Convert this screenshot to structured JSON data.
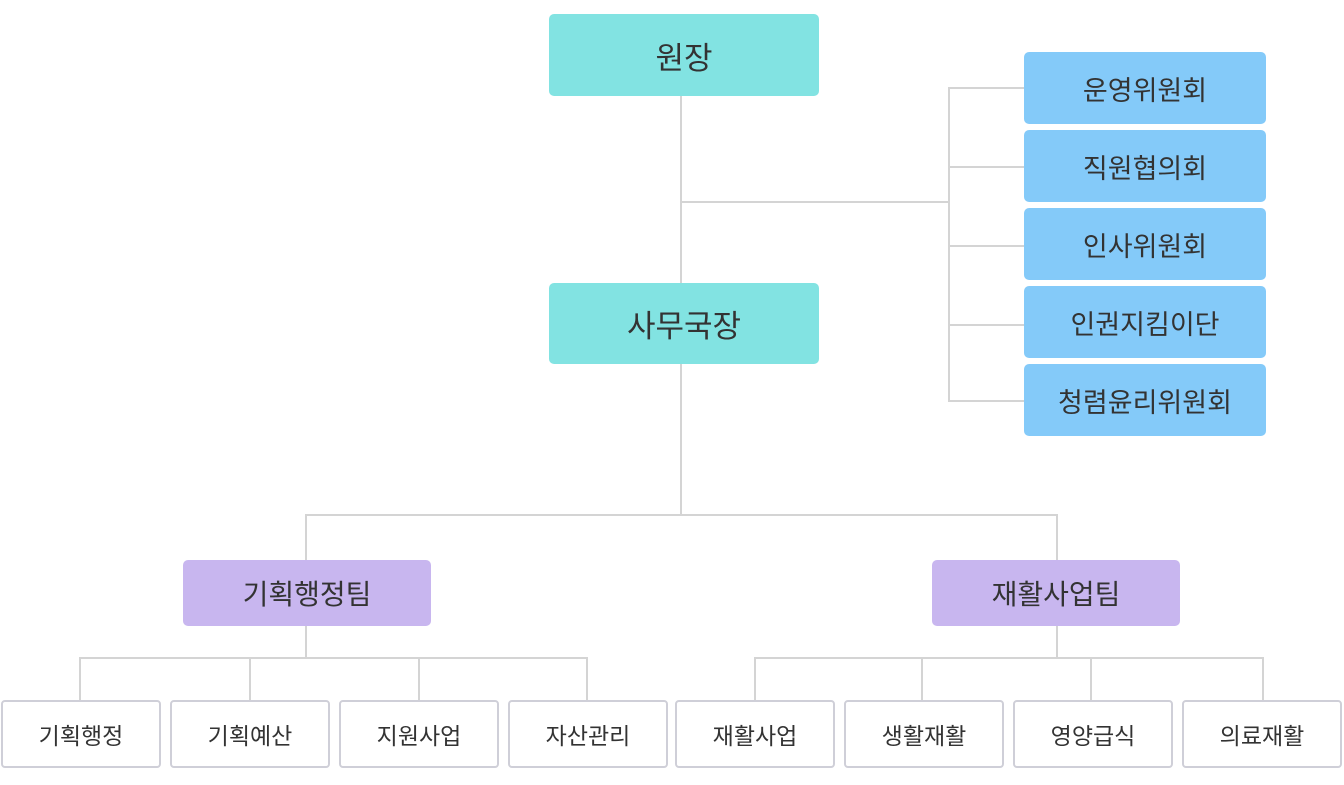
{
  "chart": {
    "director": "원장",
    "secretary_general": "사무국장",
    "committees": [
      "운영위원회",
      "직원협의회",
      "인사위원회",
      "인권지킴이단",
      "청렴윤리위원회"
    ],
    "teams": [
      {
        "name": "기획행정팀",
        "units": [
          "기획행정",
          "기획예산",
          "지원사업",
          "자산관리"
        ]
      },
      {
        "name": "재활사업팀",
        "units": [
          "재활사업",
          "생활재활",
          "영양급식",
          "의료재활"
        ]
      }
    ]
  },
  "colors": {
    "top_box": "#82e3e2",
    "committee_box": "#84caf9",
    "team_box": "#c8b6ef",
    "unit_border": "#cfcfd8",
    "connector": "#d4d4d4"
  }
}
